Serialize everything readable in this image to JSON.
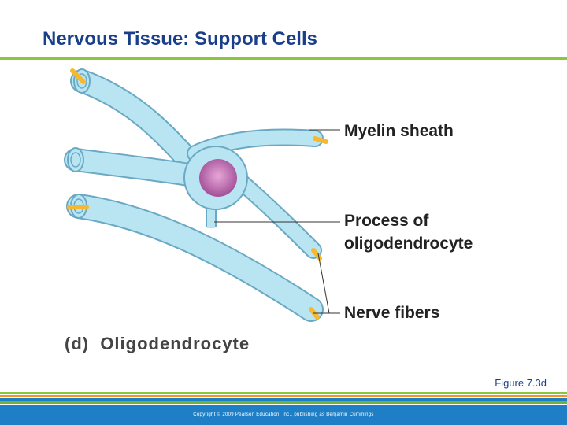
{
  "slide": {
    "title": "Nervous Tissue: Support Cells",
    "figure_number": "Figure 7.3d",
    "copyright": "Copyright © 2009 Pearson Education, Inc., publishing as Benjamin Cummings"
  },
  "diagram": {
    "labels": {
      "myelin_sheath": "Myelin sheath",
      "process_line1": "Process of",
      "process_line2": "oligodendrocyte",
      "nerve_fibers": "Nerve fibers"
    },
    "caption": "(d)  Oligodendrocyte"
  },
  "colors": {
    "title": "#1a3f8a",
    "title_rule": "#8cc63f",
    "sheath": "#aee0f0",
    "sheath_outline": "#6aa9c4",
    "axon": "#f5b82e",
    "nucleus": "#b868a8",
    "footer_bar": "#1f7fc6",
    "stripe_1": "#8cc63f",
    "stripe_2": "#f7941d",
    "stripe_3": "#1f7fc6",
    "stripe_4": "#6db33f"
  }
}
